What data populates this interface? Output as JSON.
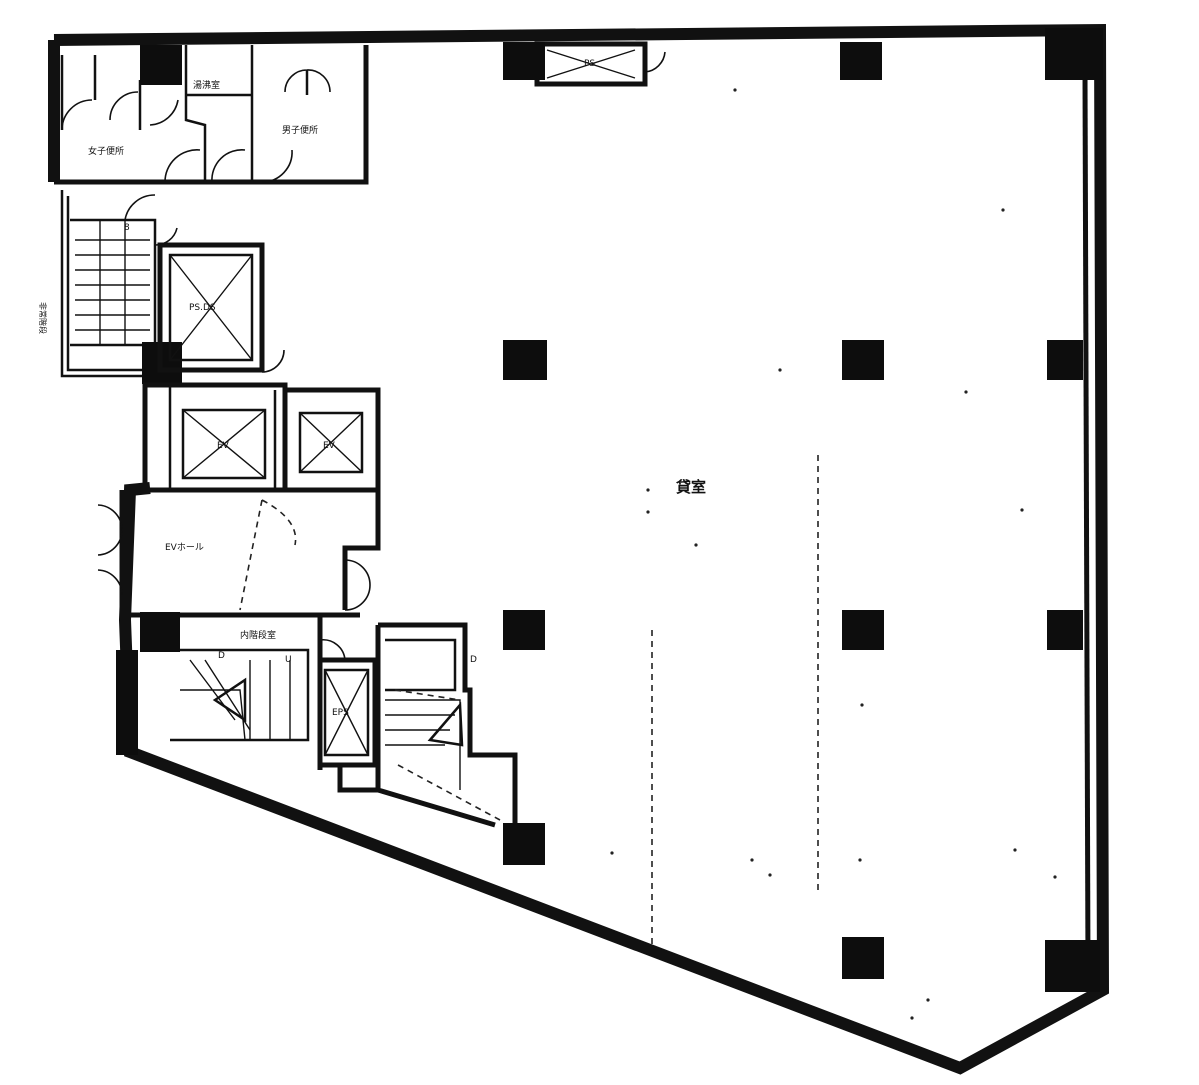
{
  "labels": {
    "office": "貸室",
    "womens_wc": "女子便所",
    "mens_wc": "男子便所",
    "washroom": "湯沸室",
    "ps": "PS",
    "pseps": "PS.DS",
    "ev1": "EV",
    "ev2": "EV",
    "ev_hall": "EVホール",
    "stair_room": "内階段室",
    "eps": "EPS",
    "stair_d": "D",
    "stair_u": "U",
    "stair_d2": "D",
    "emergency": "非常階段",
    "stair_mark": "8"
  }
}
